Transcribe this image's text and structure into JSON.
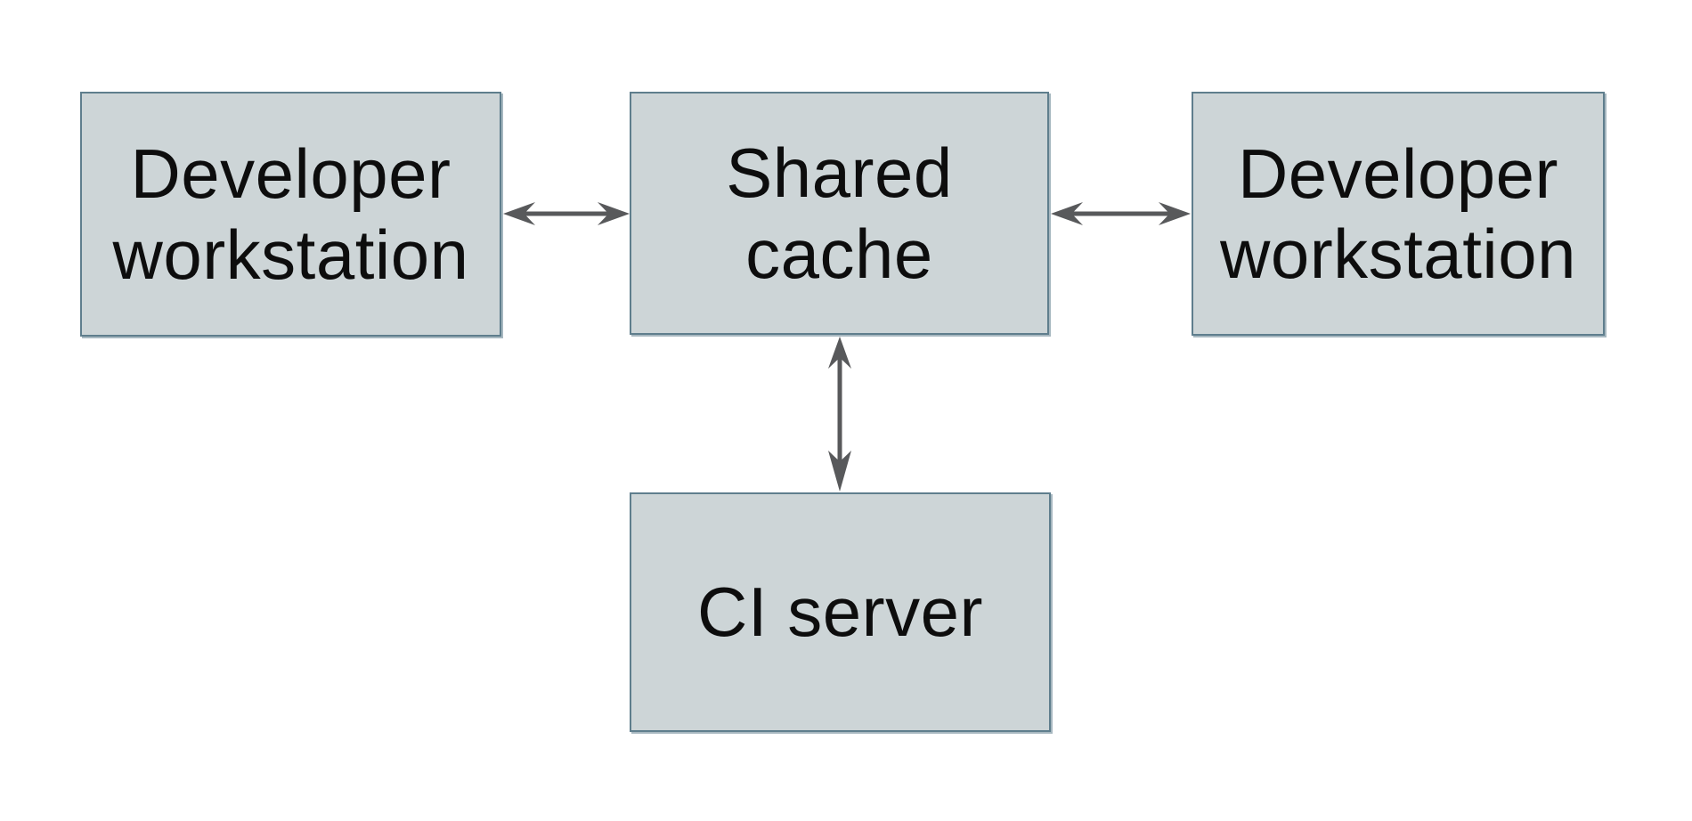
{
  "theme": {
    "background": "#ffffff",
    "node_fill": "#cdd5d7",
    "node_border": "#5f7e8d",
    "arrow_color": "#58595b",
    "text_color": "#0d0d0d"
  },
  "diagram": {
    "nodes": [
      {
        "id": "dev-workstation-left",
        "label": "Developer workstation"
      },
      {
        "id": "shared-cache",
        "label": "Shared cache"
      },
      {
        "id": "dev-workstation-right",
        "label": "Developer workstation"
      },
      {
        "id": "ci-server",
        "label": "CI server"
      }
    ],
    "edges": [
      {
        "from": "dev-workstation-left",
        "to": "shared-cache",
        "direction": "bidirectional",
        "orientation": "horizontal"
      },
      {
        "from": "shared-cache",
        "to": "dev-workstation-right",
        "direction": "bidirectional",
        "orientation": "horizontal"
      },
      {
        "from": "shared-cache",
        "to": "ci-server",
        "direction": "bidirectional",
        "orientation": "vertical"
      }
    ]
  }
}
